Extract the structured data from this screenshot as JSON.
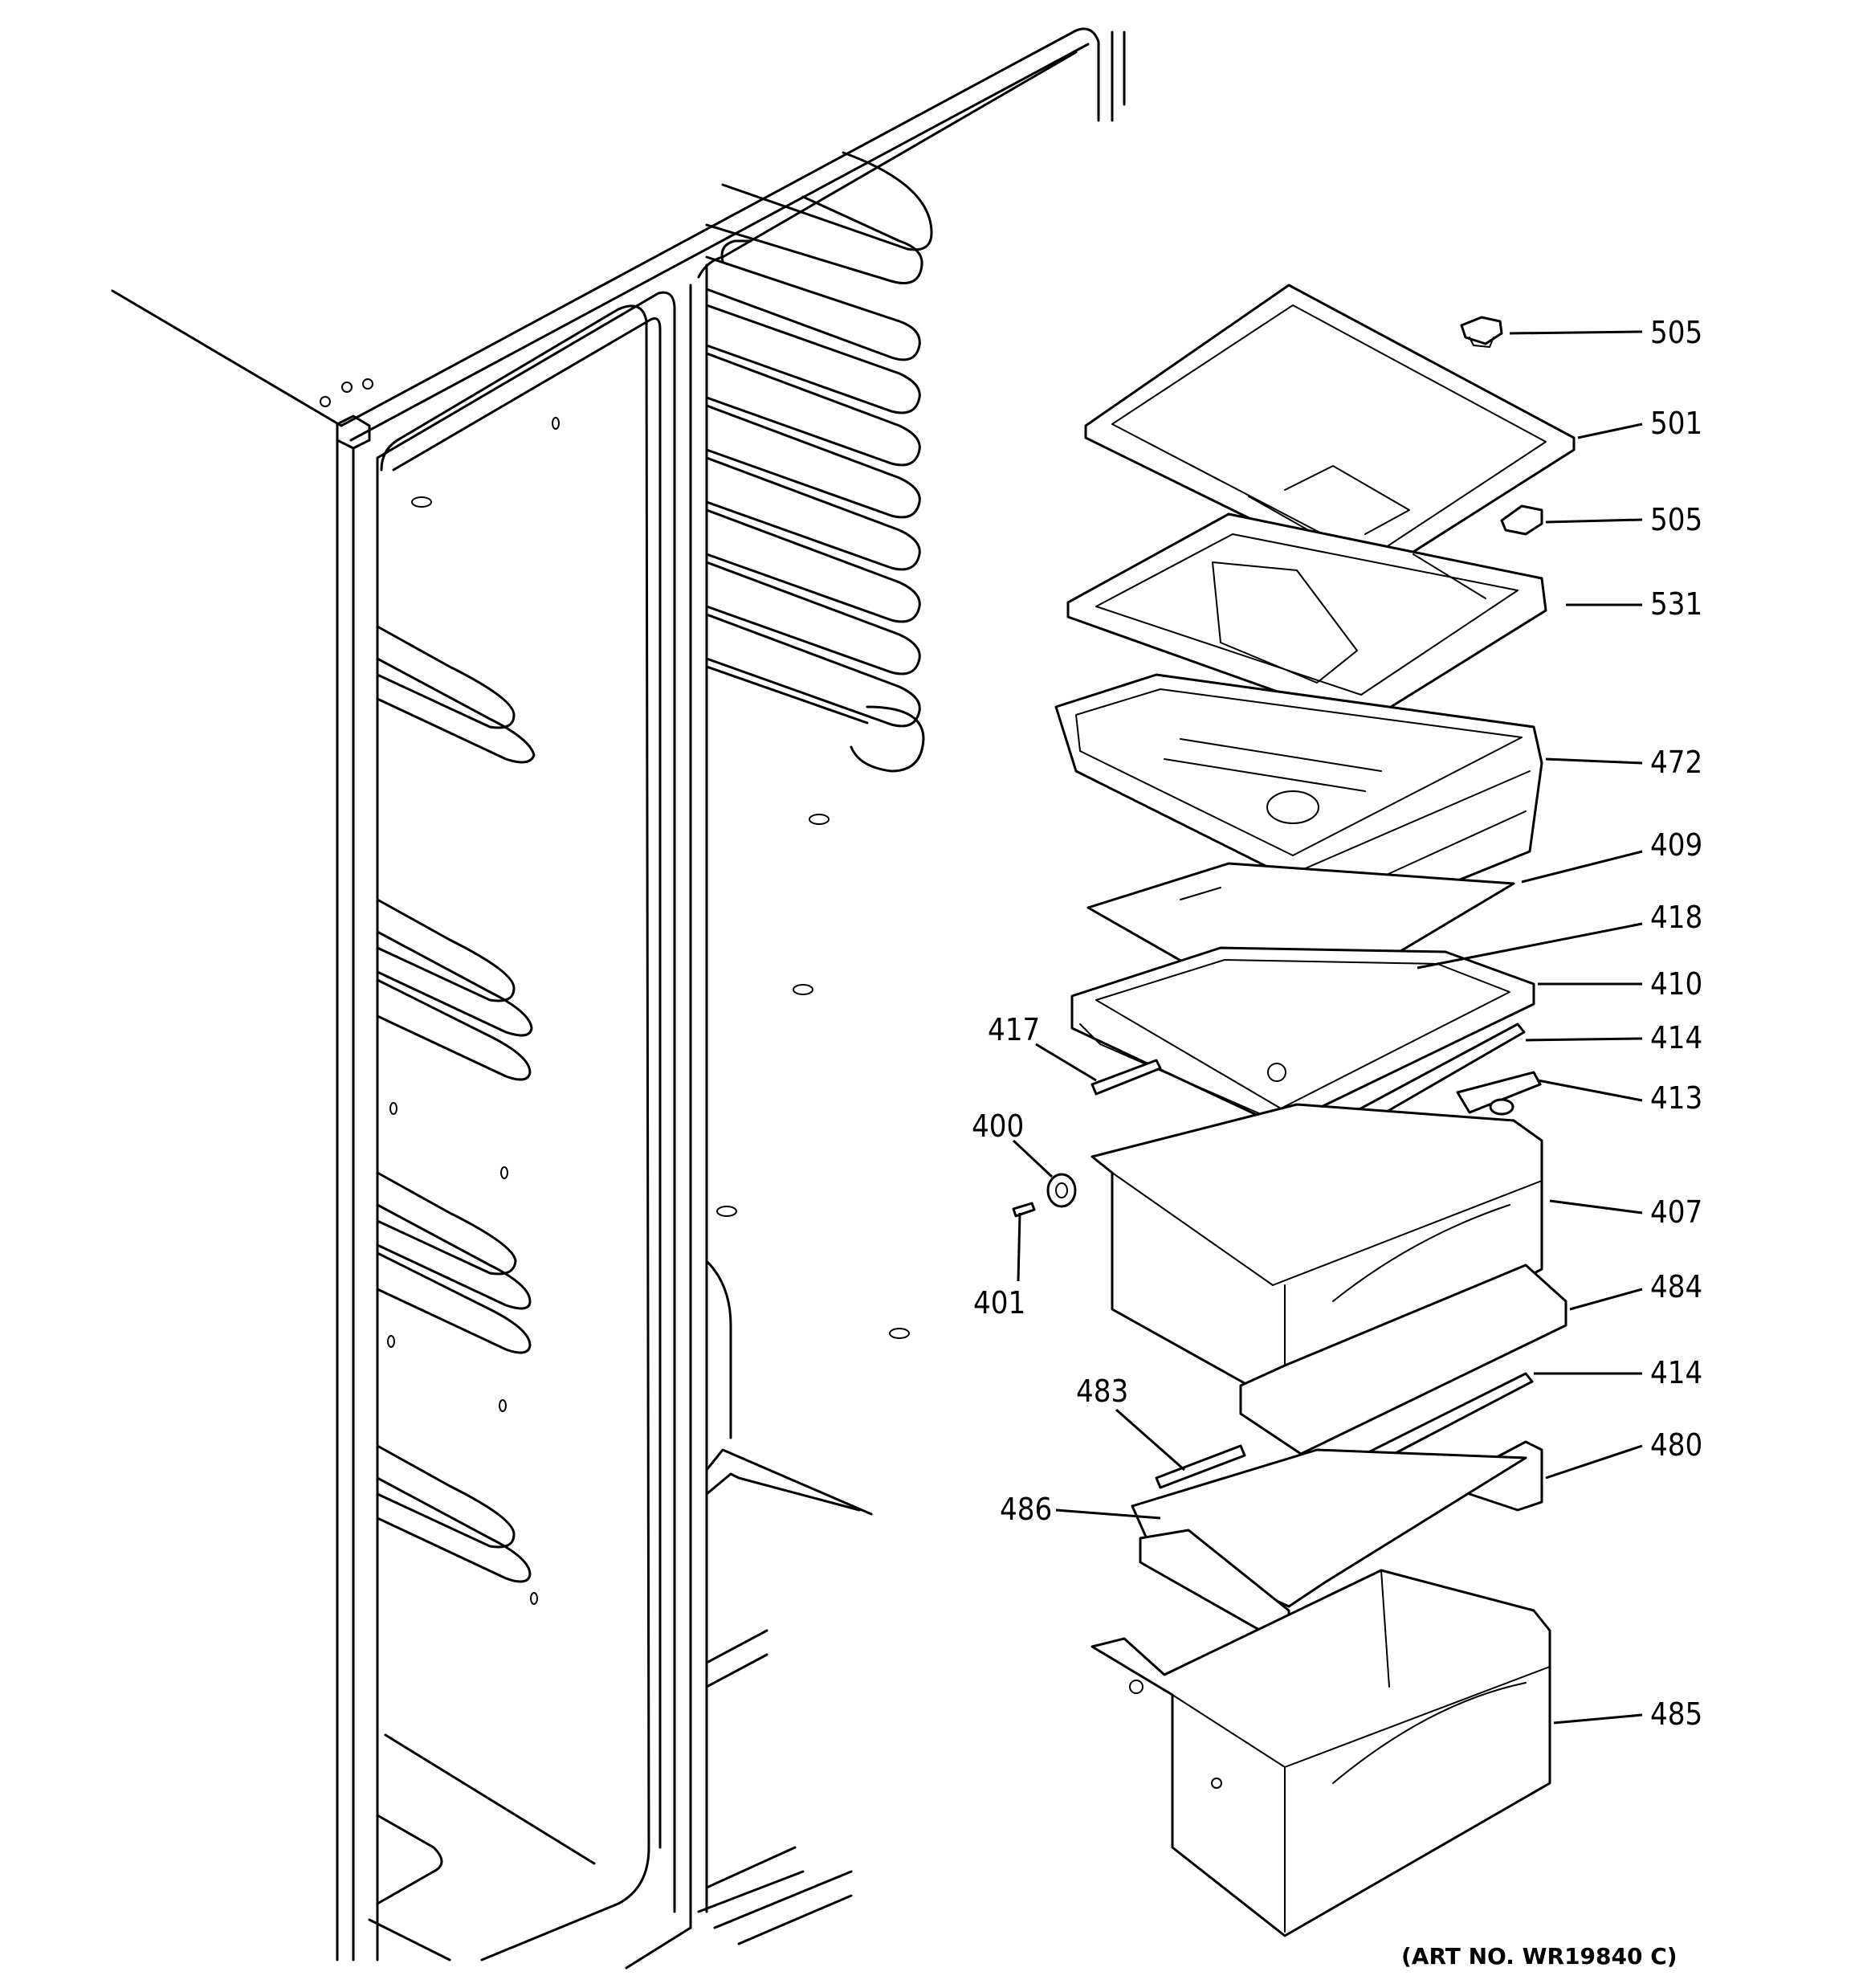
{
  "callouts": [
    {
      "id": "505a",
      "text": "505"
    },
    {
      "id": "501",
      "text": "501"
    },
    {
      "id": "505b",
      "text": "505"
    },
    {
      "id": "531",
      "text": "531"
    },
    {
      "id": "472",
      "text": "472"
    },
    {
      "id": "409",
      "text": "409"
    },
    {
      "id": "418",
      "text": "418"
    },
    {
      "id": "410",
      "text": "410"
    },
    {
      "id": "417",
      "text": "417"
    },
    {
      "id": "414a",
      "text": "414"
    },
    {
      "id": "413",
      "text": "413"
    },
    {
      "id": "400",
      "text": "400"
    },
    {
      "id": "407",
      "text": "407"
    },
    {
      "id": "401",
      "text": "401"
    },
    {
      "id": "484",
      "text": "484"
    },
    {
      "id": "414b",
      "text": "414"
    },
    {
      "id": "483",
      "text": "483"
    },
    {
      "id": "480",
      "text": "480"
    },
    {
      "id": "486",
      "text": "486"
    },
    {
      "id": "485",
      "text": "485"
    }
  ],
  "art_number": "(ART NO. WR19840 C)"
}
